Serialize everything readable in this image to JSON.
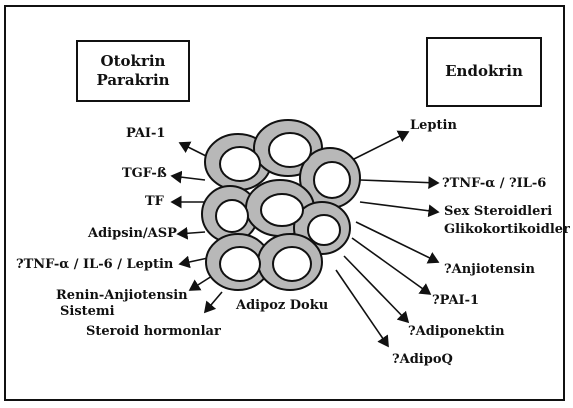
{
  "boxes": {
    "left_line1": "Otokrin",
    "left_line2": "Parakrin",
    "right": "Endokrin"
  },
  "center_label": "Adipoz Doku",
  "left_labels": {
    "pai1": "PAI-1",
    "tgf": "TGF-ß",
    "tf": "TF",
    "adipsin": "Adipsin/ASP",
    "tnf": "?TNF-α / IL-6 / Leptin",
    "renin1": "Renin-Anjiotensin",
    "renin2": "Sistemi",
    "steroid": "Steroid hormonlar"
  },
  "right_labels": {
    "leptin": "Leptin",
    "tnf": "?TNF-α / ?IL-6",
    "sex1": "Sex Steroidleri",
    "sex2": "Glikokortikoidler",
    "anjiotensin": "?Anjiotensin",
    "pai1": "?PAI-1",
    "adiponektin": "?Adiponektin",
    "adipoq": "?AdipoQ"
  }
}
